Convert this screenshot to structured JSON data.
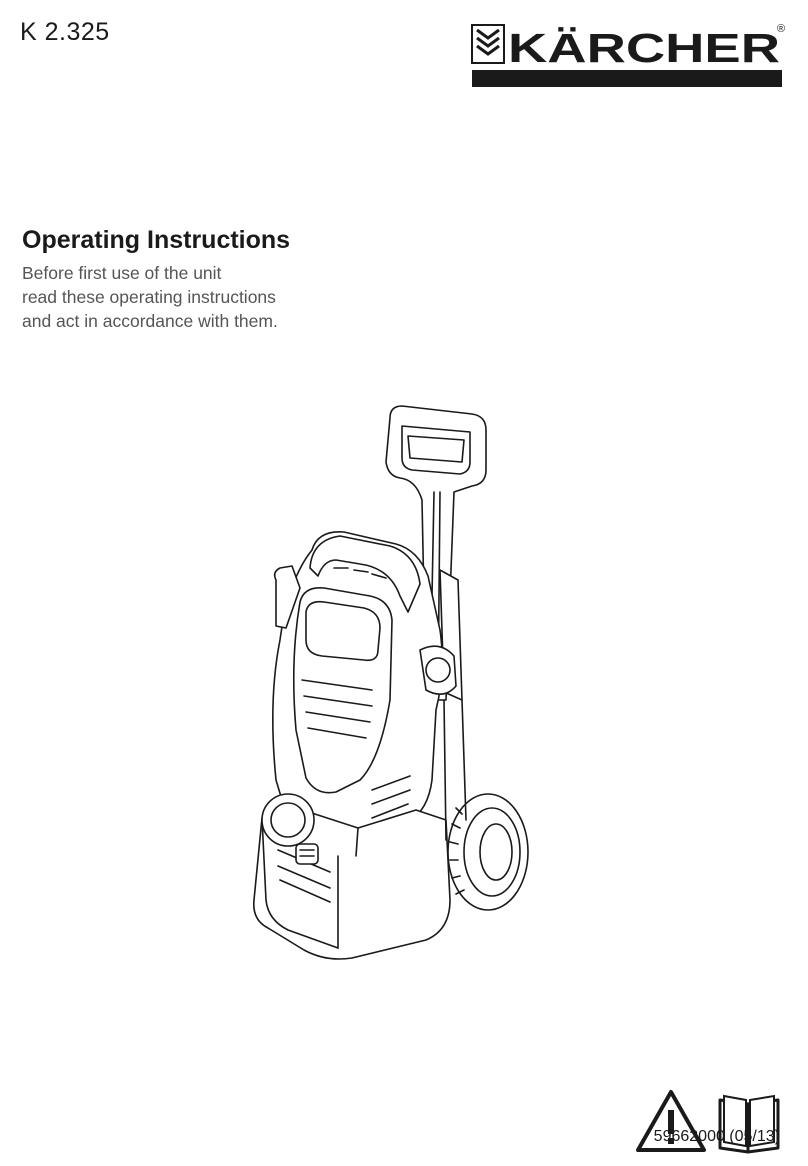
{
  "header": {
    "model": "K 2.325",
    "brand": "KÄRCHER",
    "registered_mark": "®"
  },
  "intro": {
    "title": "Operating Instructions",
    "lines": [
      "Before first use of the unit",
      "read these operating instructions",
      "and  act in accordance with them."
    ]
  },
  "illustration": {
    "subject": "pressure-washer"
  },
  "footer": {
    "icons": [
      "warning-triangle-icon",
      "open-manual-icon"
    ],
    "doc_number": "59662000 (05/13)"
  },
  "colors": {
    "text": "#1a1a1a",
    "subtitle": "#555555",
    "logo": "#1a1a1a"
  }
}
